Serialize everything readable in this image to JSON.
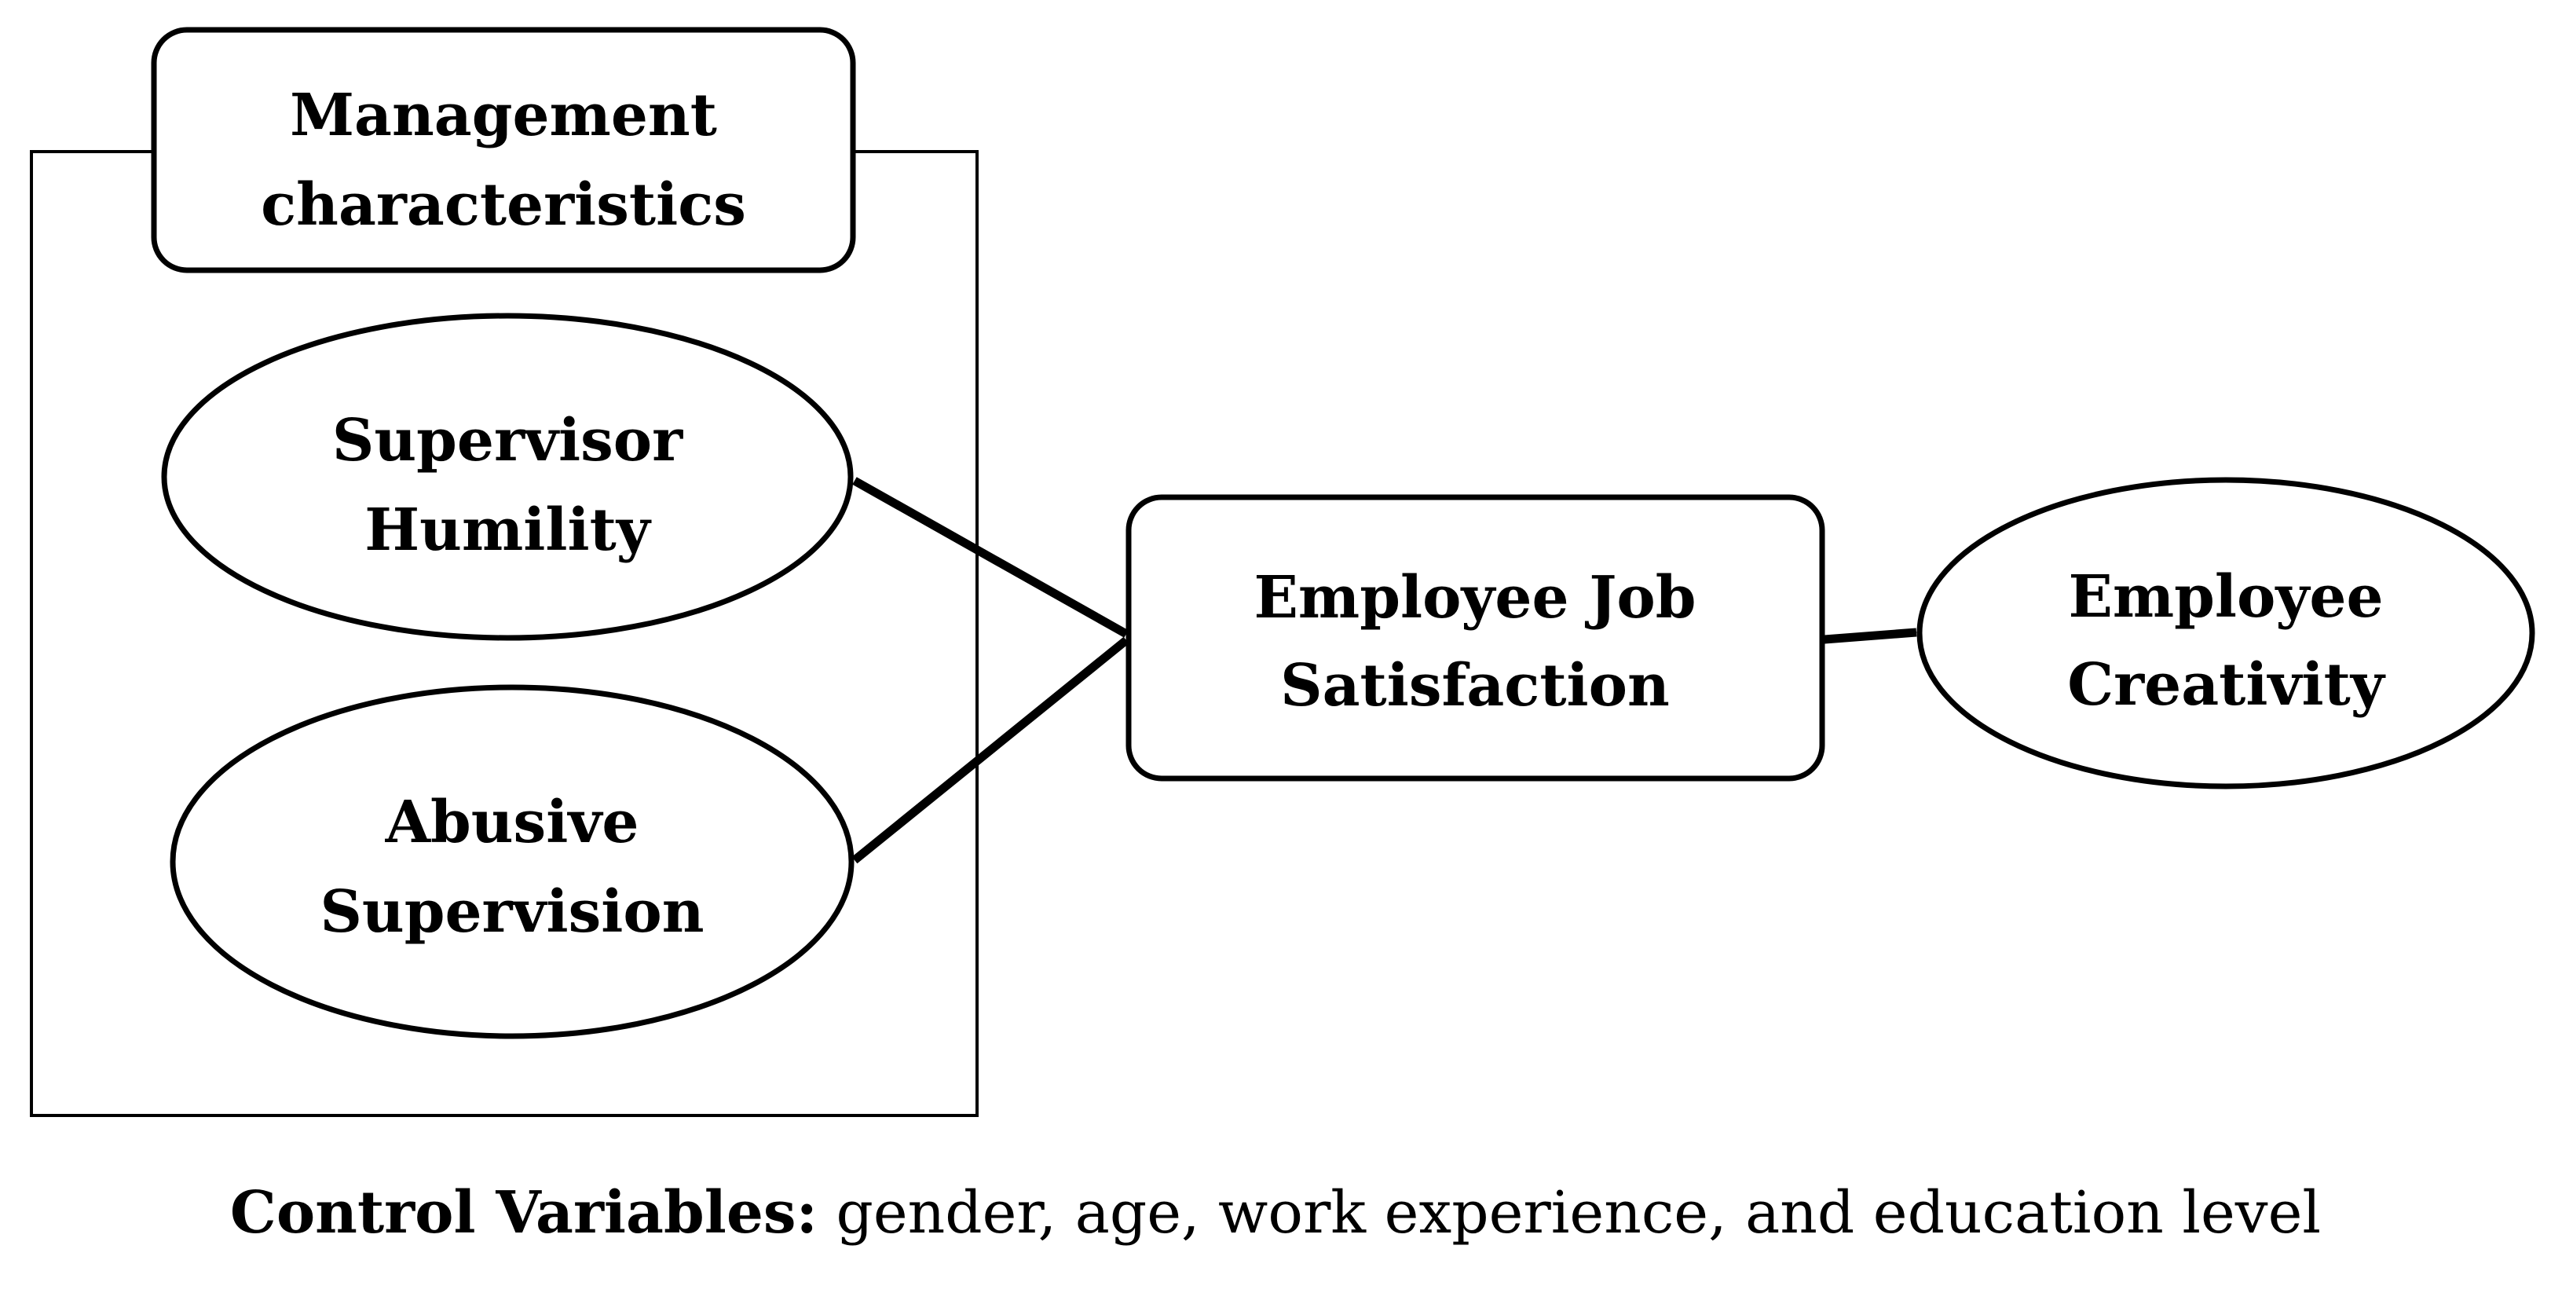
{
  "diagram": {
    "group": {
      "title_line1": "Management",
      "title_line2": "characteristics"
    },
    "nodes": {
      "supervisor_humility": {
        "line1": "Supervisor",
        "line2": "Humility"
      },
      "abusive_supervision": {
        "line1": "Abusive",
        "line2": "Supervision"
      },
      "job_satisfaction": {
        "line1": "Employee Job",
        "line2": "Satisfaction"
      },
      "creativity": {
        "line1": "Employee",
        "line2": "Creativity"
      }
    }
  },
  "caption": {
    "label": "Control Variables:",
    "text": " gender, age, work experience, and education level"
  }
}
